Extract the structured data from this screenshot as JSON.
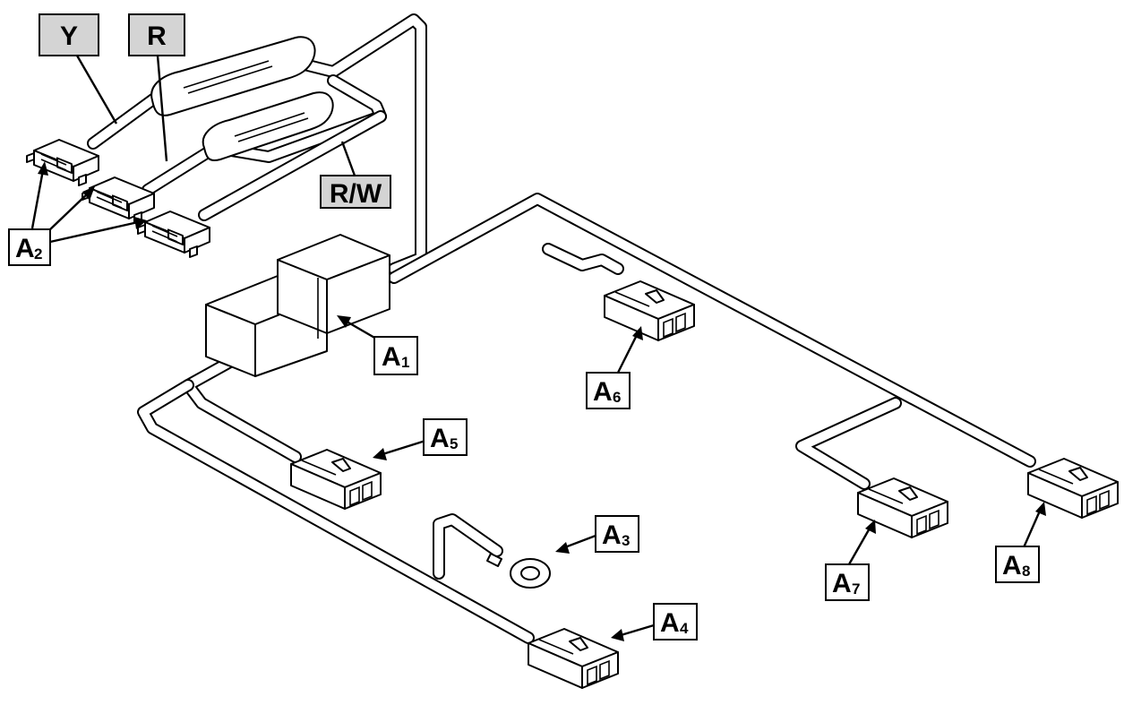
{
  "labels": {
    "A1": {
      "letter": "A",
      "sub": "1"
    },
    "A2": {
      "letter": "A",
      "sub": "2"
    },
    "A3": {
      "letter": "A",
      "sub": "3"
    },
    "A4": {
      "letter": "A",
      "sub": "4"
    },
    "A5": {
      "letter": "A",
      "sub": "5"
    },
    "A6": {
      "letter": "A",
      "sub": "6"
    },
    "A7": {
      "letter": "A",
      "sub": "7"
    },
    "A8": {
      "letter": "A",
      "sub": "8"
    }
  },
  "wire_colors": {
    "yellow": "Y",
    "red": "R",
    "red_white": "R/W"
  },
  "colors": {
    "line": "#000000",
    "background": "#ffffff",
    "tag_fill": "#d4d4d4"
  }
}
